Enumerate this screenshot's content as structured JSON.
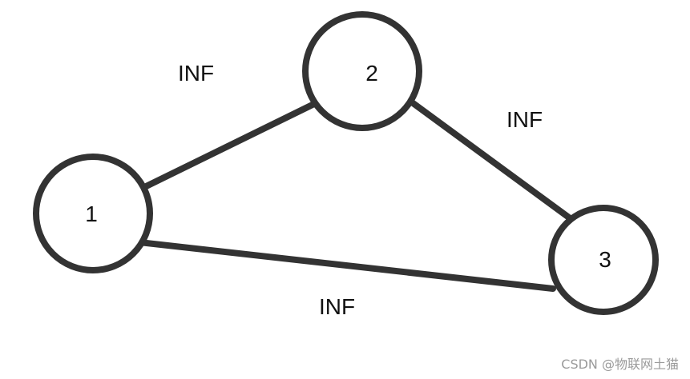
{
  "diagram": {
    "nodes": [
      {
        "id": "1",
        "label": "1"
      },
      {
        "id": "2",
        "label": "2"
      },
      {
        "id": "3",
        "label": "3"
      }
    ],
    "edges": [
      {
        "from": "1",
        "to": "2",
        "label": "INF"
      },
      {
        "from": "2",
        "to": "3",
        "label": "INF"
      },
      {
        "from": "1",
        "to": "3",
        "label": "INF"
      }
    ],
    "colors": {
      "stroke": "#333333",
      "text": "#111111",
      "watermark": "#9a9a9a"
    }
  },
  "watermark": {
    "text": "CSDN @物联网土猫"
  }
}
